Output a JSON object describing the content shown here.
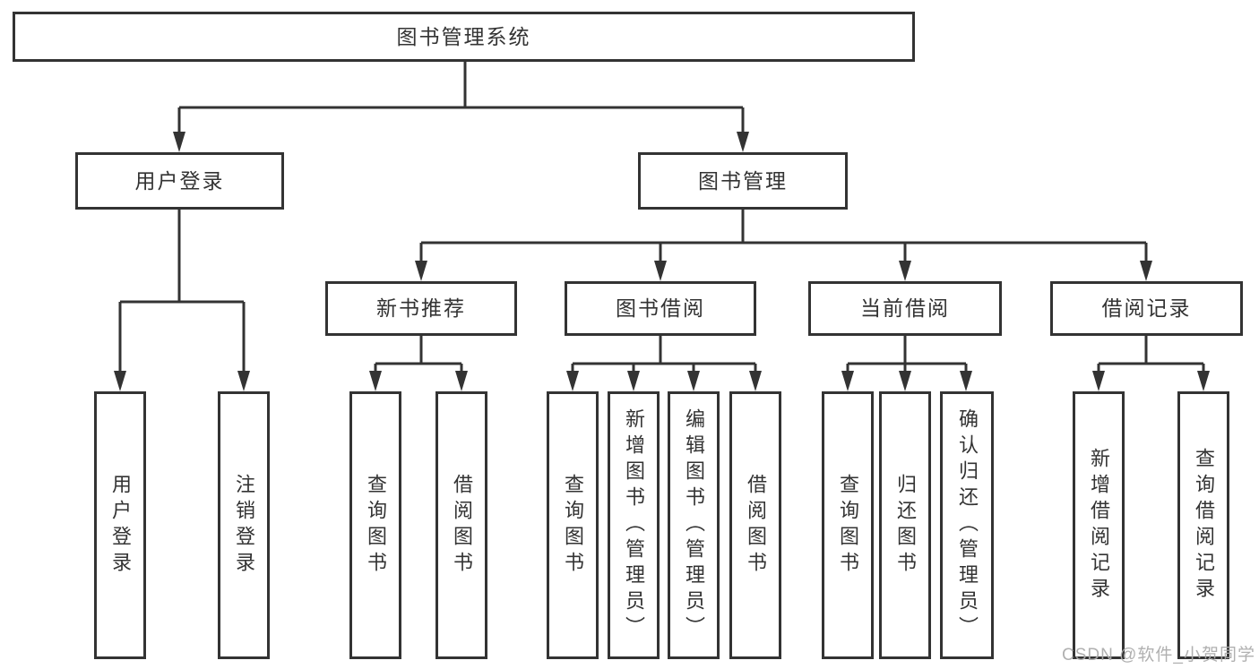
{
  "tree": {
    "label": "图书管理系统",
    "children": [
      {
        "label": "用户登录",
        "children": [
          {
            "label": "用户登录"
          },
          {
            "label": "注销登录"
          }
        ]
      },
      {
        "label": "图书管理",
        "children": [
          {
            "label": "新书推荐",
            "children": [
              {
                "label": "查询图书"
              },
              {
                "label": "借阅图书"
              }
            ]
          },
          {
            "label": "图书借阅",
            "children": [
              {
                "label": "查询图书"
              },
              {
                "label": "新增图书（管理员）"
              },
              {
                "label": "编辑图书（管理员）"
              },
              {
                "label": "借阅图书"
              }
            ]
          },
          {
            "label": "当前借阅",
            "children": [
              {
                "label": "查询图书"
              },
              {
                "label": "归还图书"
              },
              {
                "label": "确认归还（管理员）"
              }
            ]
          },
          {
            "label": "借阅记录",
            "children": [
              {
                "label": "新增借阅记录"
              },
              {
                "label": "查询借阅记录"
              }
            ]
          }
        ]
      }
    ]
  },
  "watermark": {
    "text": "CSDN @软件_小贺同学"
  },
  "colors": {
    "line": "#333333",
    "border": "#333333",
    "text": "#333333",
    "watermark": "#acacac",
    "background": "#ffffff"
  }
}
